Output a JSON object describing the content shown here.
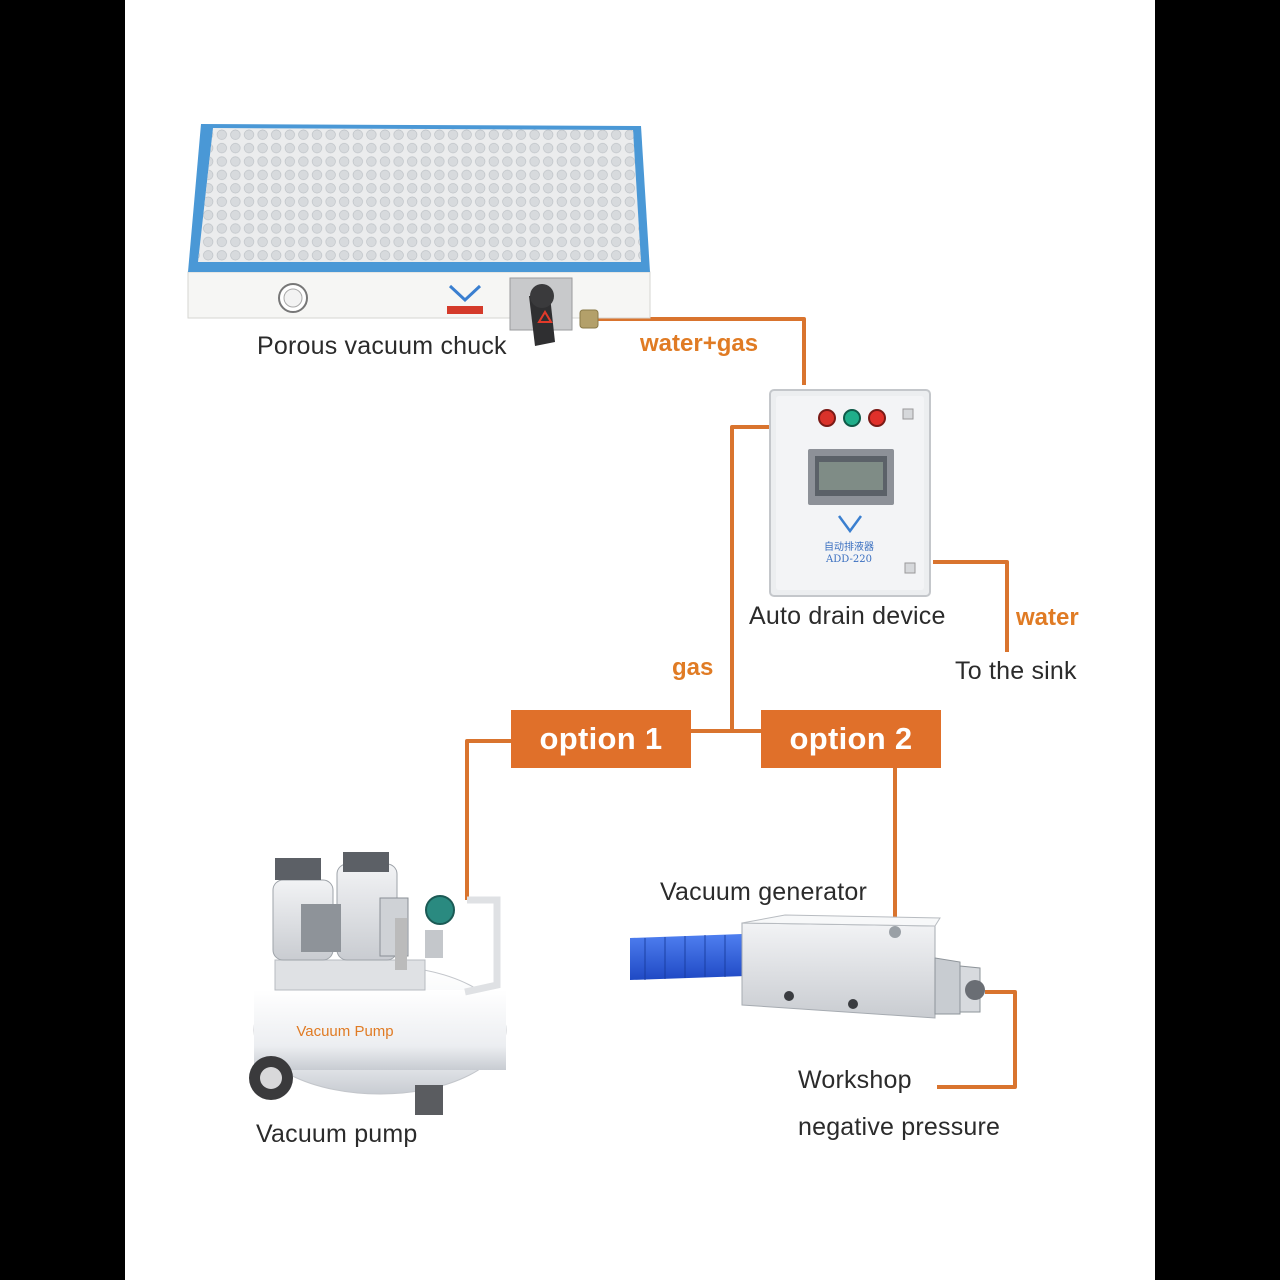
{
  "labels": {
    "chuck": "Porous vacuum chuck",
    "drain": "Auto drain device",
    "sink": "To the sink",
    "generator": "Vacuum generator",
    "pump": "Vacuum pump",
    "workshop_1": "Workshop",
    "workshop_2": "negative pressure"
  },
  "flows": {
    "water_gas": "water+gas",
    "water": "water",
    "gas": "gas"
  },
  "options": {
    "option1": "option 1",
    "option2": "option 2"
  },
  "device_text": {
    "drain_model": "ADD-220",
    "drain_cn": "自动排液器",
    "pump_tank": "Vacuum Pump"
  },
  "colors": {
    "pipe": "#d9742e",
    "option_bg": "#e0702a",
    "flow_text": "#e07b24",
    "chuck_frame": "#4a98d6"
  }
}
